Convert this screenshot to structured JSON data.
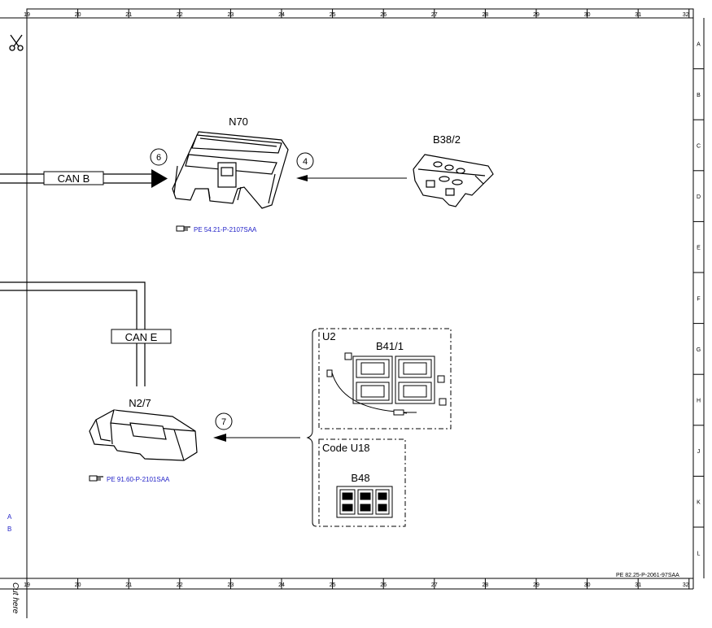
{
  "grid": {
    "columns": [
      "19",
      "20",
      "21",
      "22",
      "23",
      "24",
      "25",
      "26",
      "27",
      "28",
      "29",
      "30",
      "31",
      "32"
    ],
    "rows": [
      "A",
      "B",
      "C",
      "D",
      "E",
      "F",
      "G",
      "H",
      "J",
      "K",
      "L"
    ]
  },
  "diagram_ref": "PE 82.25-P-2061-97SAA",
  "cut_here": "Cut here",
  "left_marks": [
    "A",
    "B"
  ],
  "buses": {
    "can_b": "CAN B",
    "can_e": "CAN E"
  },
  "components": {
    "n70": {
      "label": "N70",
      "ref": "PE 54.21-P-2107SAA"
    },
    "b38_2": {
      "label": "B38/2"
    },
    "n2_7": {
      "label": "N2/7",
      "ref": "PE 91.60-P-2101SAA"
    },
    "b41_1": {
      "label": "B41/1",
      "group": "U2"
    },
    "b48": {
      "label": "B48",
      "group": "Code U18"
    }
  },
  "signals": {
    "s6": "6",
    "s4": "4",
    "s7": "7"
  },
  "icons": {
    "scissors": "scissors-icon",
    "reference": "hand-pointer-icon"
  }
}
